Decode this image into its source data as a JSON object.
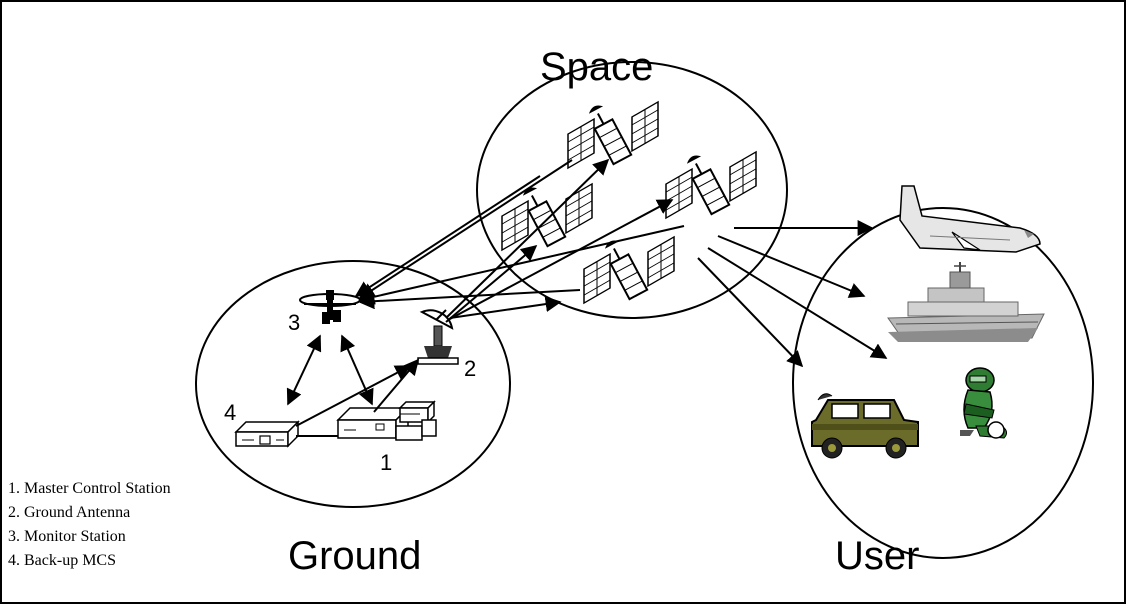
{
  "regions": {
    "space": {
      "label": "Space"
    },
    "ground": {
      "label": "Ground"
    },
    "user": {
      "label": "User"
    }
  },
  "ground_numbers": {
    "master_control": "1",
    "ground_antenna": "2",
    "monitor_station": "3",
    "backup_mcs": "4"
  },
  "legend": [
    "1. Master Control Station",
    "2. Ground Antenna",
    "3. Monitor Station",
    "4. Back-up MCS"
  ],
  "user_segment_icons": [
    "airplane-icon",
    "ship-icon",
    "humvee-icon",
    "soldier-icon"
  ],
  "space_segment_icons": [
    "satellite-icon",
    "satellite-icon",
    "satellite-icon",
    "satellite-icon"
  ]
}
